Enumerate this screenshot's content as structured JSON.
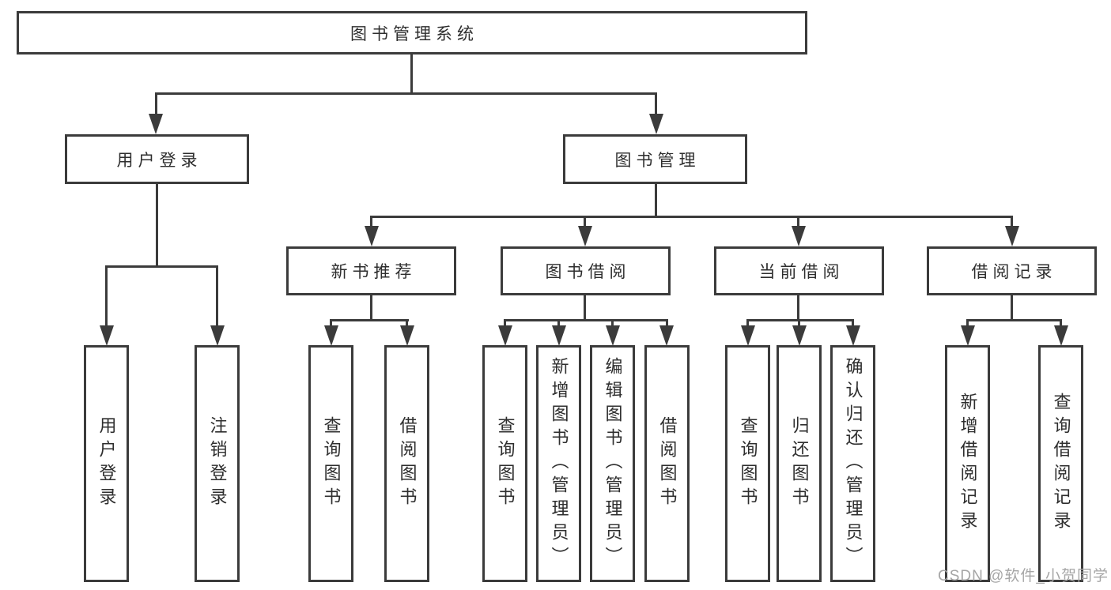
{
  "diagram": {
    "root_label": "图书管理系统",
    "user_login": {
      "label": "用户登录",
      "children": [
        "用户登录",
        "注销登录"
      ]
    },
    "book_management": {
      "label": "图书管理",
      "children": [
        {
          "label": "新书推荐",
          "children": [
            "查询图书",
            "借阅图书"
          ]
        },
        {
          "label": "图书借阅",
          "children": [
            "查询图书",
            "新增图书（管理员）",
            "编辑图书（管理员）",
            "借阅图书"
          ]
        },
        {
          "label": "当前借阅",
          "children": [
            "查询图书",
            "归还图书",
            "确认归还（管理员）"
          ]
        },
        {
          "label": "借阅记录",
          "children": [
            "新增借阅记录",
            "查询借阅记录"
          ]
        }
      ]
    },
    "colors": {
      "line": "#3b3b3b",
      "text": "#2e2e2e",
      "watermark": "#a6a6a6",
      "background": "#ffffff"
    }
  },
  "watermark": "CSDN @软件_小贺同学"
}
